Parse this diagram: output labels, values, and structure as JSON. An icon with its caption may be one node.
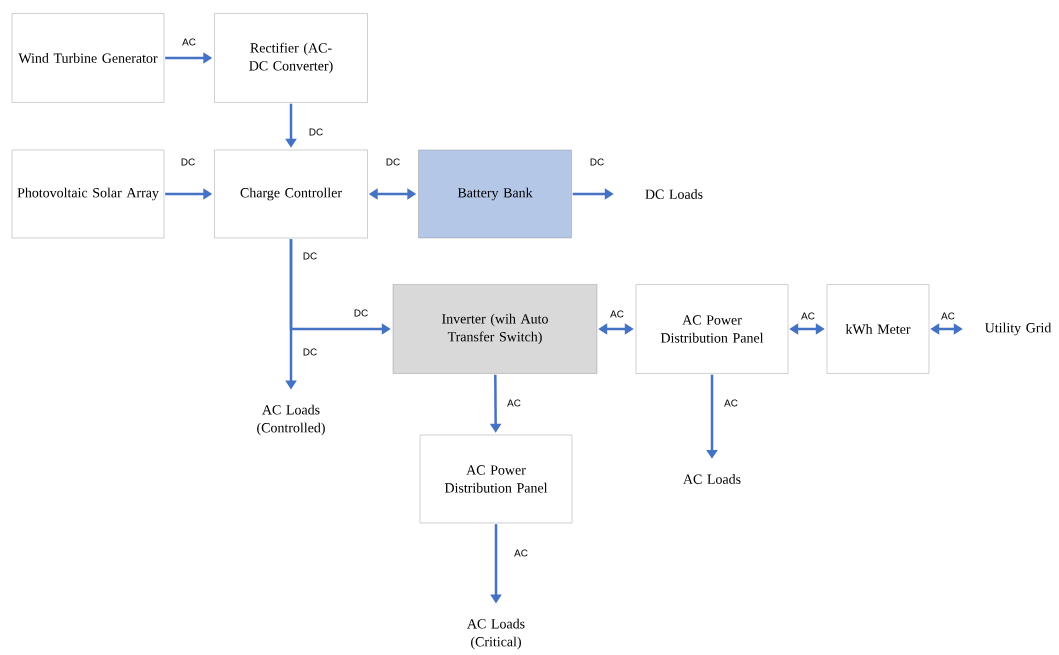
{
  "diagram": {
    "nodes": [
      {
        "text": [
          "Wind Turbine Generator"
        ]
      },
      {
        "text": [
          "Rectifier (AC-DC Converter)"
        ]
      },
      {
        "text": [
          "Photovoltaic Solar Array"
        ]
      },
      {
        "text": [
          "Charge Controller"
        ]
      },
      {
        "text": [
          "Battery Bank"
        ]
      },
      {
        "text": [
          "DC Loads"
        ]
      },
      {
        "text": [
          "Inverter (wih Auto Transfer Switch)"
        ]
      },
      {
        "text": [
          "AC Power Distribution Panel"
        ]
      },
      {
        "text": [
          "kWh Meter"
        ]
      },
      {
        "text": [
          "Utility Grid"
        ]
      },
      {
        "text": [
          "AC Loads (Controlled)"
        ]
      },
      {
        "text": [
          "AC Power Distribution Panel"
        ]
      },
      {
        "text": [
          "AC Loads"
        ]
      },
      {
        "text": [
          "AC Loads (Critical)"
        ]
      }
    ],
    "edges": [
      {
        "from": 0,
        "to": 1,
        "arrow": "to",
        "label": "AC"
      },
      {
        "from": 1,
        "to": 3,
        "arrow": "to",
        "label": "DC"
      },
      {
        "from": 2,
        "to": 3,
        "arrow": "to",
        "label": "DC"
      },
      {
        "from": 3,
        "to": 4,
        "arrow": "both",
        "label": "DC"
      },
      {
        "from": 4,
        "to": 5,
        "arrow": "to",
        "label": "DC"
      },
      {
        "from": 3,
        "to": 6,
        "arrow": "to",
        "label": "DC"
      },
      {
        "from": 3,
        "to": 10,
        "arrow": "to",
        "label": "DC"
      },
      {
        "from": 6,
        "to": 7,
        "arrow": "both",
        "label": "AC"
      },
      {
        "from": 7,
        "to": 8,
        "arrow": "both",
        "label": "AC"
      },
      {
        "from": 8,
        "to": 9,
        "arrow": "both",
        "label": "AC"
      },
      {
        "from": 6,
        "to": 11,
        "arrow": "to",
        "label": "AC"
      },
      {
        "from": 7,
        "to": 12,
        "arrow": "to",
        "label": "AC"
      },
      {
        "from": 11,
        "to": 13,
        "arrow": "to",
        "label": "AC"
      }
    ],
    "labels": [
      "DC"
    ]
  }
}
